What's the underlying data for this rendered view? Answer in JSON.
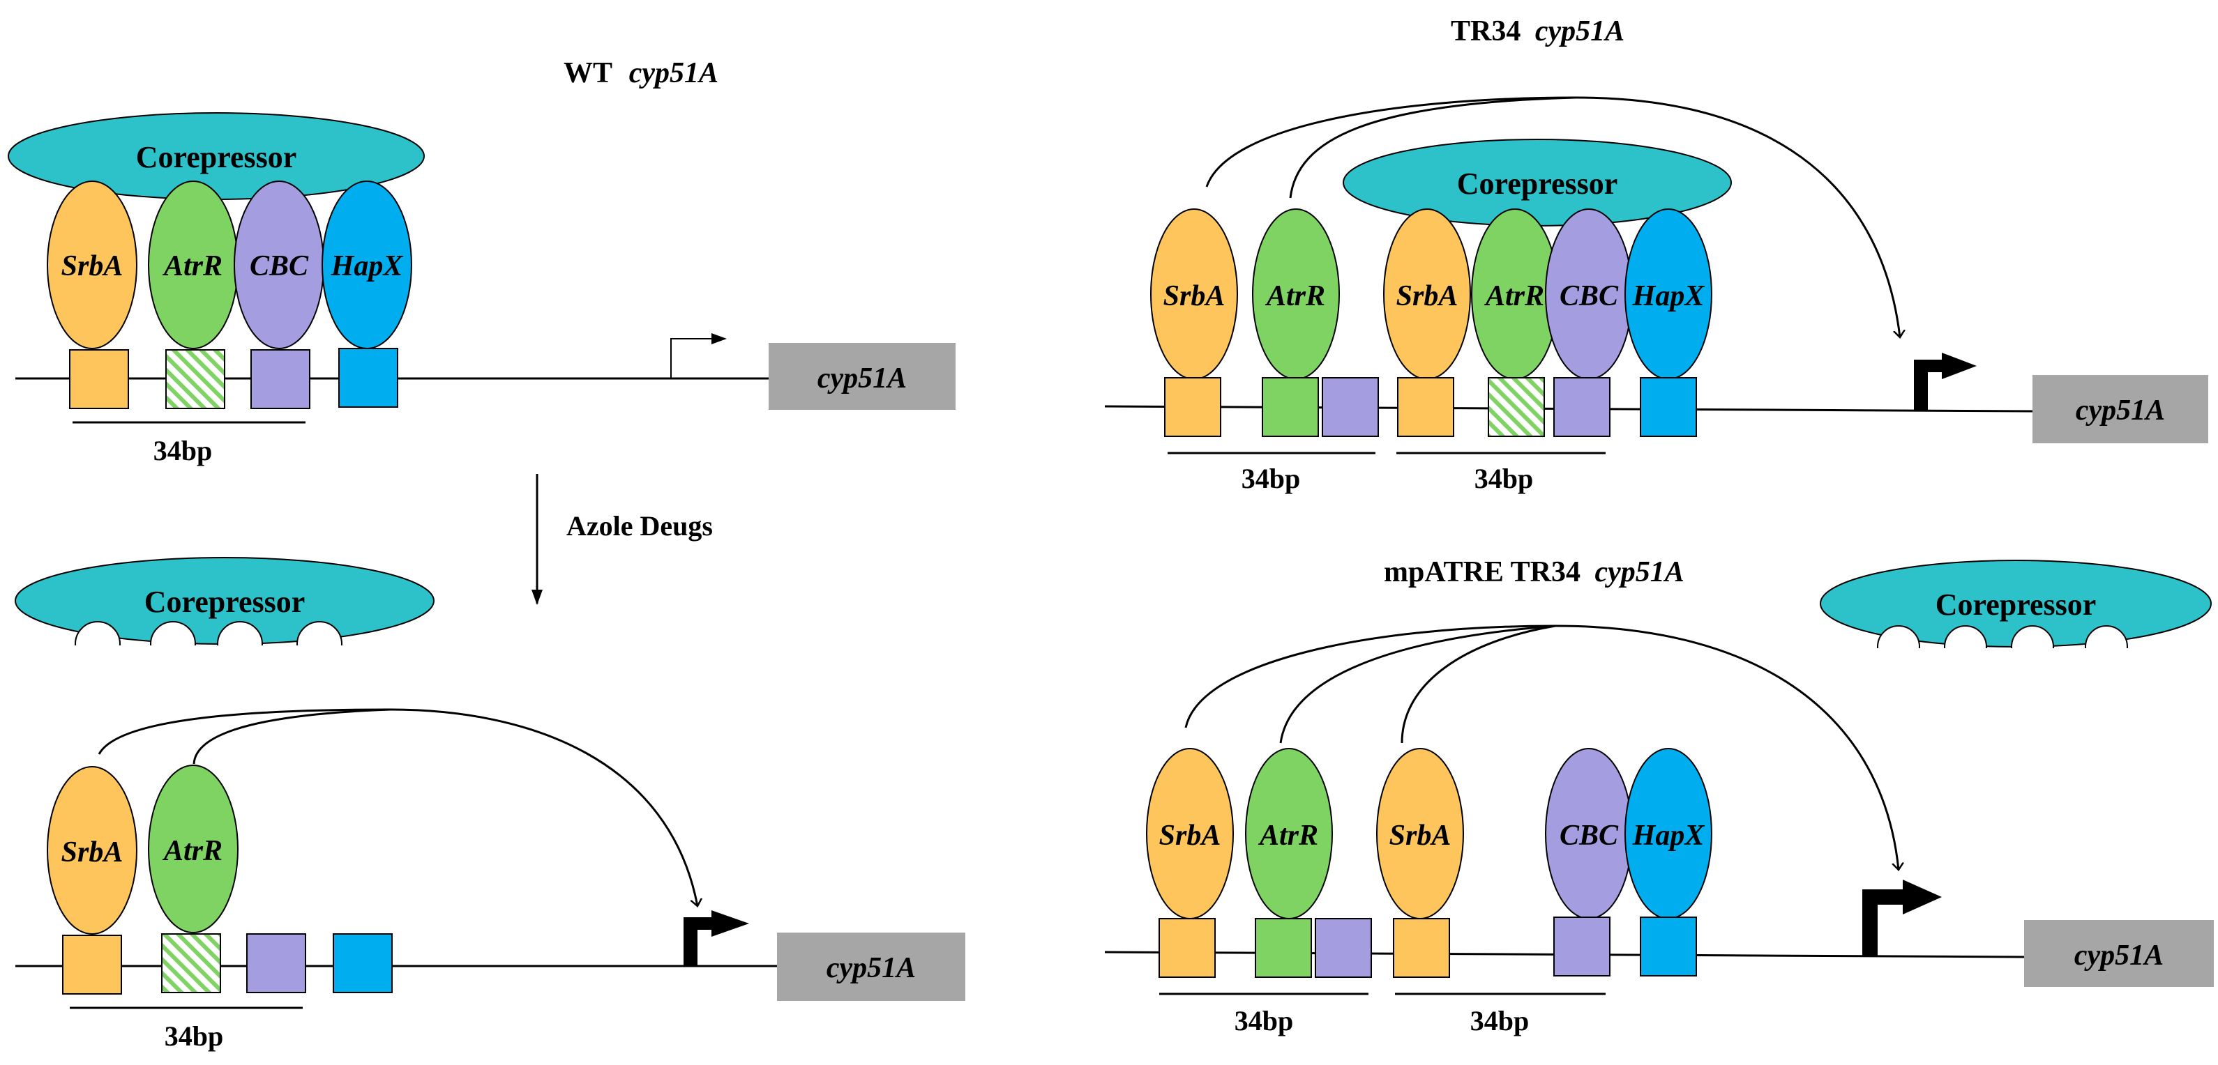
{
  "colors": {
    "srba": "#FDC55B",
    "atrr": "#7FD363",
    "cbc": "#A49EE1",
    "hapx": "#00AEEF",
    "corepressor": "#2DC1C9",
    "gene_box": "#A6A6A6",
    "hatch": "#7FD363"
  },
  "panels": {
    "wt": {
      "title_prefix": "WT",
      "title_gene": "cyp51A",
      "corepressor": "Corepressor",
      "proteins": [
        "SrbA",
        "AtrR",
        "CBC",
        "HapX"
      ],
      "bp": "34bp",
      "gene": "cyp51A"
    },
    "azole": {
      "arrow_label": "Azole Deugs",
      "corepressor": "Corepressor",
      "proteins": [
        "SrbA",
        "AtrR"
      ],
      "bp": "34bp",
      "gene": "cyp51A"
    },
    "tr34": {
      "title_prefix": "TR34",
      "title_gene": "cyp51A",
      "corepressor": "Corepressor",
      "proteins": [
        "SrbA",
        "AtrR",
        "SrbA",
        "AtrR",
        "CBC",
        "HapX"
      ],
      "bp1": "34bp",
      "bp2": "34bp",
      "gene": "cyp51A"
    },
    "mpatre": {
      "title_prefix": "mpATRE TR34",
      "title_gene": "cyp51A",
      "corepressor": "Corepressor",
      "proteins": [
        "SrbA",
        "AtrR",
        "SrbA",
        "CBC",
        "HapX"
      ],
      "bp1": "34bp",
      "bp2": "34bp",
      "gene": "cyp51A"
    }
  }
}
